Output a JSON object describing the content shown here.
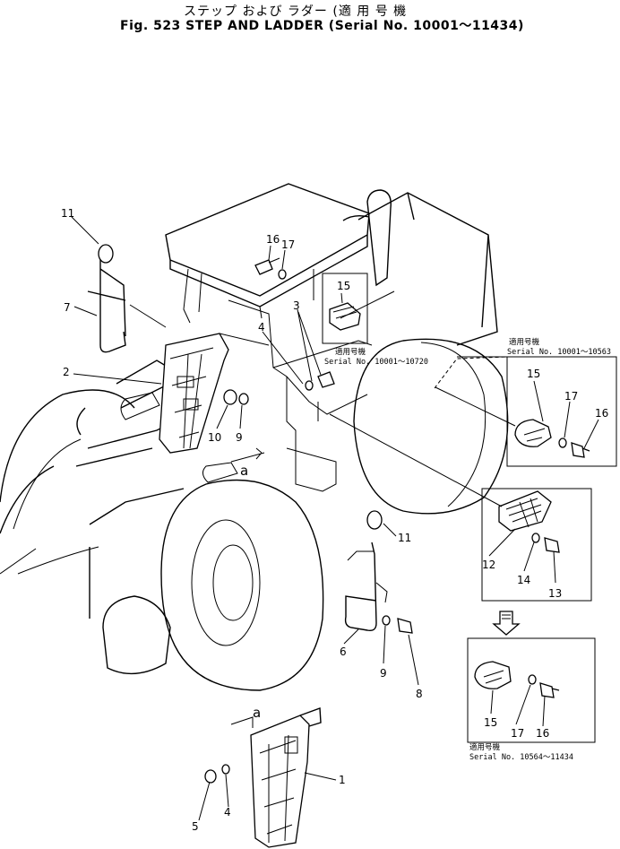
{
  "title": {
    "jp_prefix": "ステップ および ラダー",
    "en_prefix": "Fig. 523 STEP AND LADDER",
    "applicability_jp": "適 用 号 機",
    "serial_range": "Serial No. 10001～11434"
  },
  "callouts": {
    "c1": "1",
    "c2": "2",
    "c3": "3",
    "c4a": "4",
    "c4b": "4",
    "c5": "5",
    "c6": "6",
    "c7": "7",
    "c8": "8",
    "c9a": "9",
    "c9b": "9",
    "c10": "10",
    "c11a": "11",
    "c11b": "11",
    "c12": "12",
    "c13": "13",
    "c14": "14",
    "c15a": "15",
    "c15b": "15",
    "c15c": "15",
    "c16a": "16",
    "c16b": "16",
    "c16c": "16",
    "c17a": "17",
    "c17b": "17",
    "c17c": "17",
    "view_a1": "a",
    "view_a2": "a"
  },
  "inset_captions": {
    "inset1_jp": "適用号機",
    "inset1_serial": "Serial No. 10001～10720",
    "inset2_jp": "適用号機",
    "inset2_serial": "Serial No. 10001～10563",
    "inset3_jp": "適用号機",
    "inset3_serial": "Serial No. 10564～11434"
  }
}
